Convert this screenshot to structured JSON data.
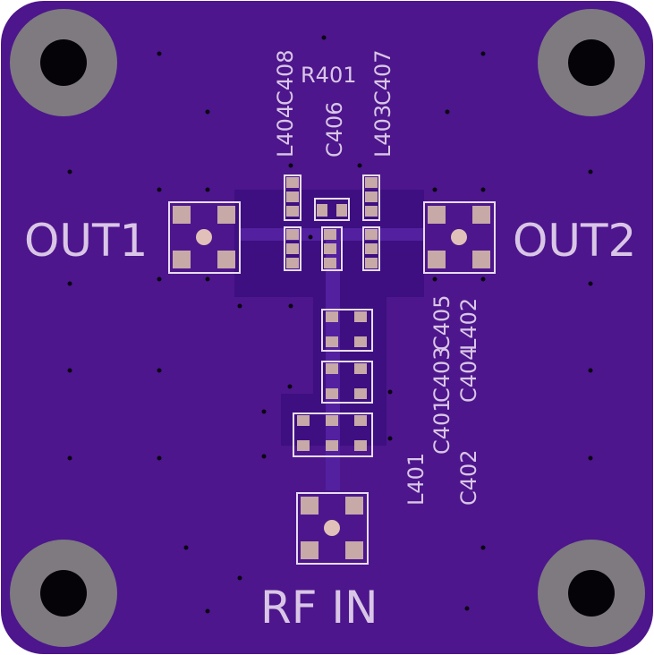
{
  "board": {
    "colors": {
      "soldermask": "#4d168c",
      "copper_pour": "#3d0f80",
      "silkscreen": "#d9c6e6",
      "pad": "#c7a9a7",
      "mounting_ring": "#7e7a80"
    }
  },
  "labels": {
    "out1": "OUT1",
    "out2": "OUT2",
    "rf_in": "RF IN",
    "l404": "L404",
    "c408": "C408",
    "r401": "R401",
    "c407": "C407",
    "c406": "C406",
    "l403": "L403",
    "c401": "C401",
    "c403": "C403",
    "c405": "C405",
    "l402": "L402",
    "c404": "C404",
    "l401": "L401",
    "c402": "C402"
  },
  "connectors": [
    {
      "id": "out1",
      "label": "OUT1"
    },
    {
      "id": "out2",
      "label": "OUT2"
    },
    {
      "id": "rf_in",
      "label": "RF IN"
    }
  ]
}
